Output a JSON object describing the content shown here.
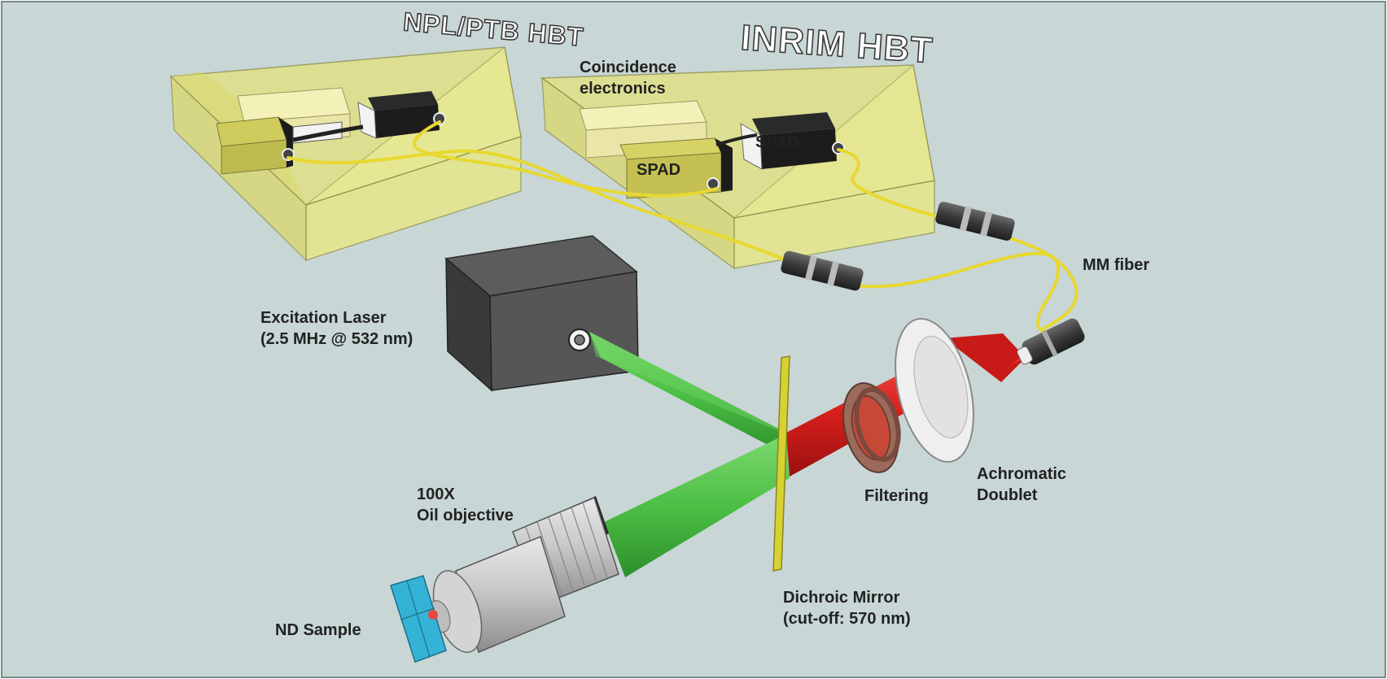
{
  "colors": {
    "background": "#c8d6d6",
    "enclosure": "#e3e27a",
    "fiber": "#e8d830",
    "green_beam": "#4cbf45",
    "red_beam": "#d8201c",
    "mirror": "#d6d232",
    "sample": "#35b3d6"
  },
  "enclosures": {
    "npl_ptb": {
      "title": "NPL/PTB HBT"
    },
    "inrim": {
      "title": "INRIM HBT"
    }
  },
  "labels": {
    "coincidence": {
      "line1": "Coincidence",
      "line2": "electronics"
    },
    "spad_upper": "SPAD",
    "spad_lower": "SPAD",
    "mm_fiber": "MM fiber",
    "laser": {
      "line1": "Excitation Laser",
      "line2": "(2.5 MHz @ 532 nm)"
    },
    "objective": {
      "line1": "100X",
      "line2": "Oil objective"
    },
    "filtering": "Filtering",
    "doublet": {
      "line1": "Achromatic",
      "line2": "Doublet"
    },
    "mirror": {
      "line1": "Dichroic Mirror",
      "line2": "(cut-off: 570 nm)"
    },
    "sample": "ND Sample"
  },
  "icons": [
    "spad-detector-icon",
    "fiber-connector-icon",
    "laser-box-icon",
    "objective-lens-icon",
    "lens-disc-icon"
  ]
}
